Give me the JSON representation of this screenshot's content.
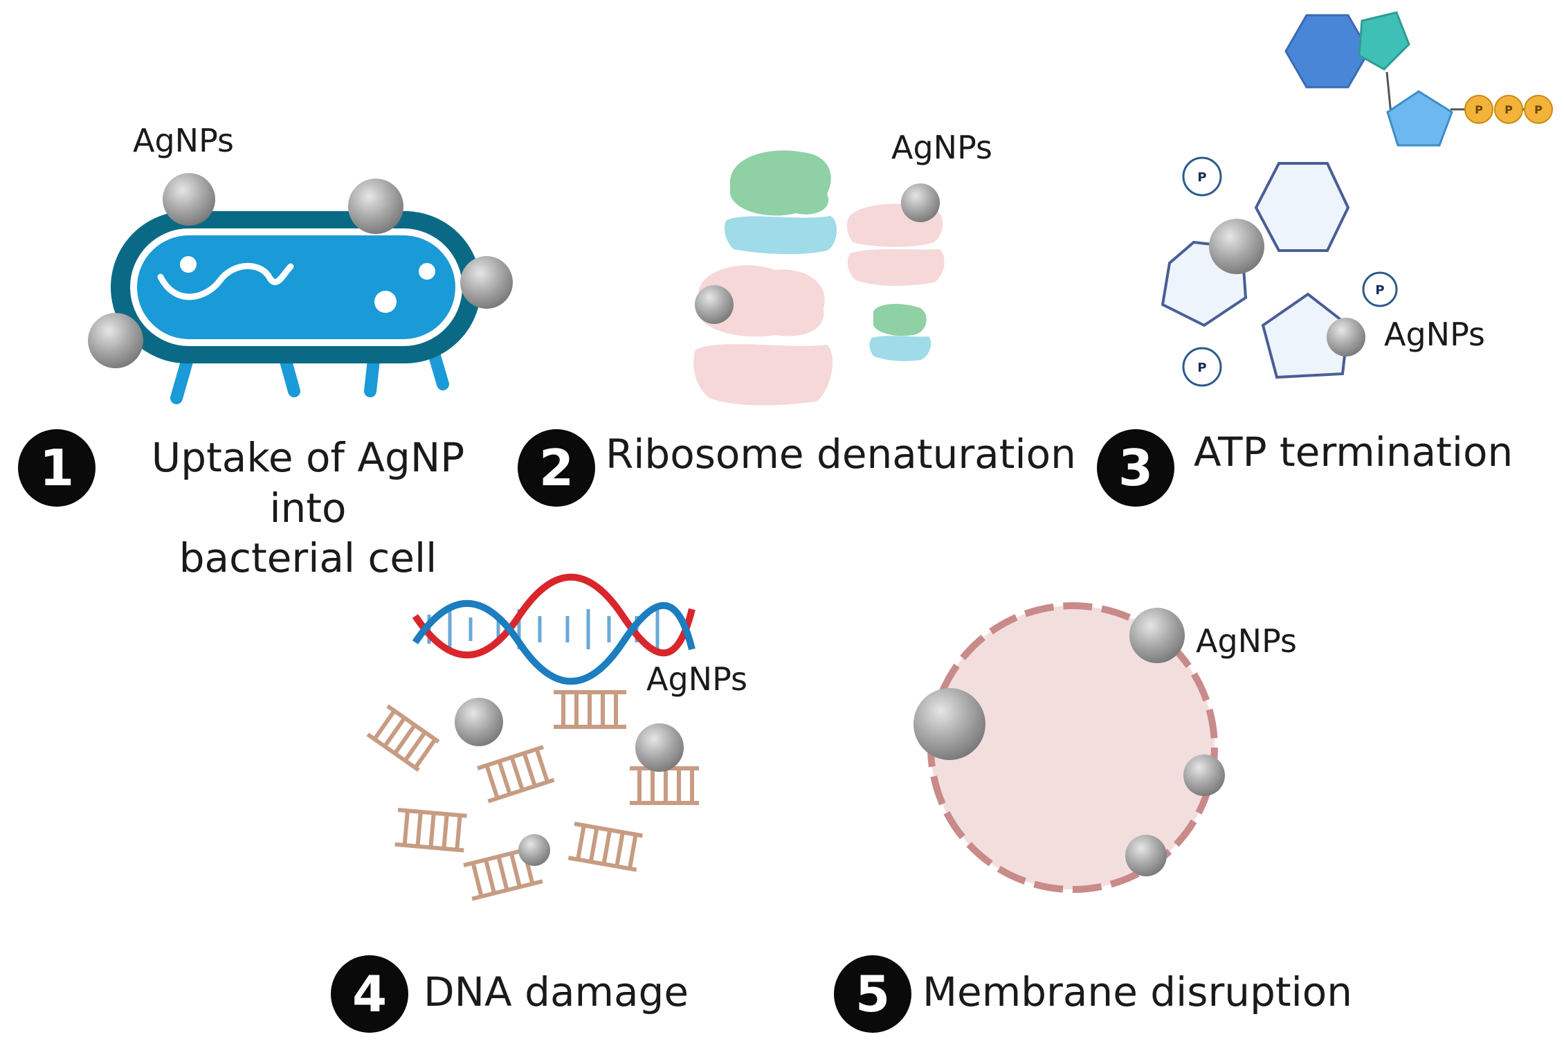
{
  "agnp_label": "AgNPs",
  "phosphate_label": "P",
  "steps": [
    {
      "number": "1",
      "caption_line1": "Uptake of AgNP into",
      "caption_line2": "bacterial cell"
    },
    {
      "number": "2",
      "caption": "Ribosome denaturation"
    },
    {
      "number": "3",
      "caption": "ATP termination"
    },
    {
      "number": "4",
      "caption": "DNA damage"
    },
    {
      "number": "5",
      "caption": "Membrane disruption"
    }
  ],
  "colors": {
    "bacterium_outer": "#0a6a86",
    "bacterium_inner": "#1a9ad6",
    "nanoparticle": "#9a9a9a",
    "ribosome_green": "#8fd0a5",
    "ribosome_blue": "#9fdbe8",
    "ribosome_pink": "#f6d8d8",
    "atp_purine": "#4a86d8",
    "atp_teal": "#3fc0b7",
    "atp_ribose": "#6cb8ef",
    "phosphate_orange": "#f3b33a",
    "dna_red": "#d9262c",
    "dna_blue": "#1c7dbf",
    "dna_fragment": "#c79c83",
    "membrane": "#c98a8a",
    "cell_fill": "#f3dede"
  }
}
